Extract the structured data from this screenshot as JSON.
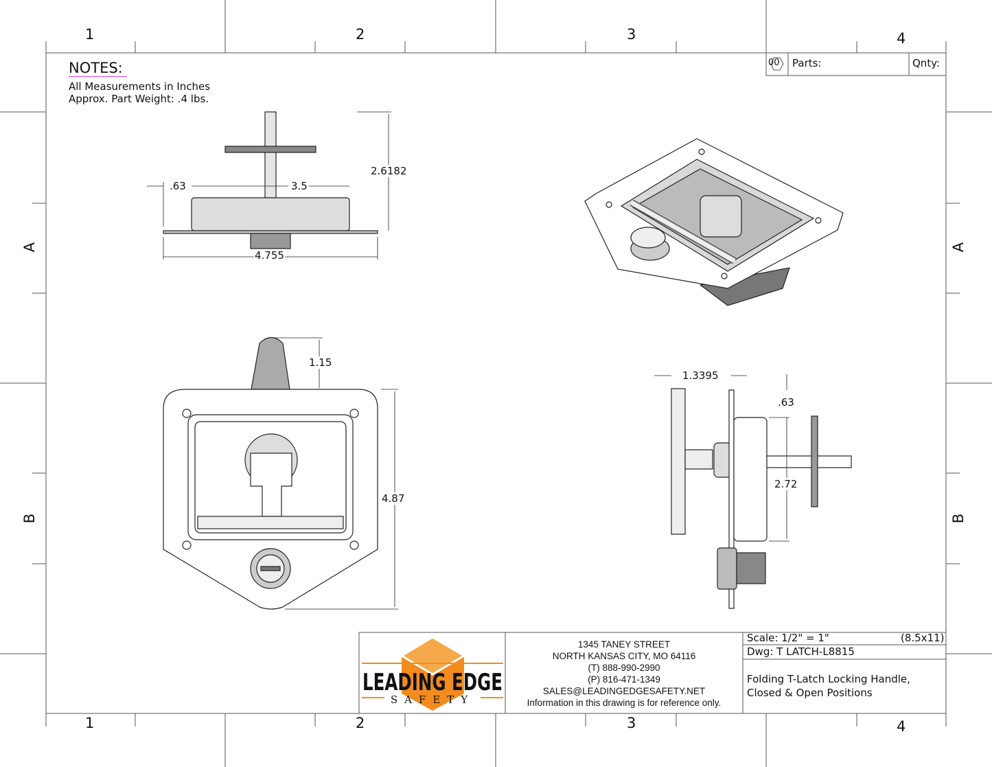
{
  "border": {
    "columns": [
      "1",
      "2",
      "3",
      "4"
    ],
    "rows": [
      "A",
      "B"
    ]
  },
  "notes": {
    "title": "NOTES:",
    "lines": [
      "All Measurements in Inches",
      "Approx. Part Weight: .4 lbs."
    ]
  },
  "parts_table": {
    "item_number": "00",
    "parts_label": "Parts:",
    "qnty_label": "Qnty:"
  },
  "dimensions": {
    "top_view": {
      "left_flange": ".63",
      "width_inner": "3.5",
      "height": "2.6182",
      "overall_width": "4.755"
    },
    "front_view": {
      "handle_height": "1.15",
      "overall_height": "4.87"
    },
    "side_view": {
      "depth": "1.3395",
      "top_offset": ".63",
      "body_height": "2.72"
    }
  },
  "title_block": {
    "logo": {
      "text_main": "LEADING EDGE",
      "text_sub": "SAFETY",
      "accent_color": "#f28c1e"
    },
    "address": [
      "1345 TANEY STREET",
      "NORTH KANSAS CITY, MO 64116",
      "(T) 888-990-2990",
      "(P) 816-471-1349",
      "SALES@LEADINGEDGESAFETY.NET",
      "Information in this drawing is for reference only."
    ],
    "scale": "Scale: 1/2\" = 1\"",
    "sheet_size": "(8.5x11)",
    "drawing_number": "Dwg: T LATCH-L8815",
    "description": [
      "Folding T-Latch Locking  Handle,",
      "Closed & Open Positions"
    ]
  }
}
